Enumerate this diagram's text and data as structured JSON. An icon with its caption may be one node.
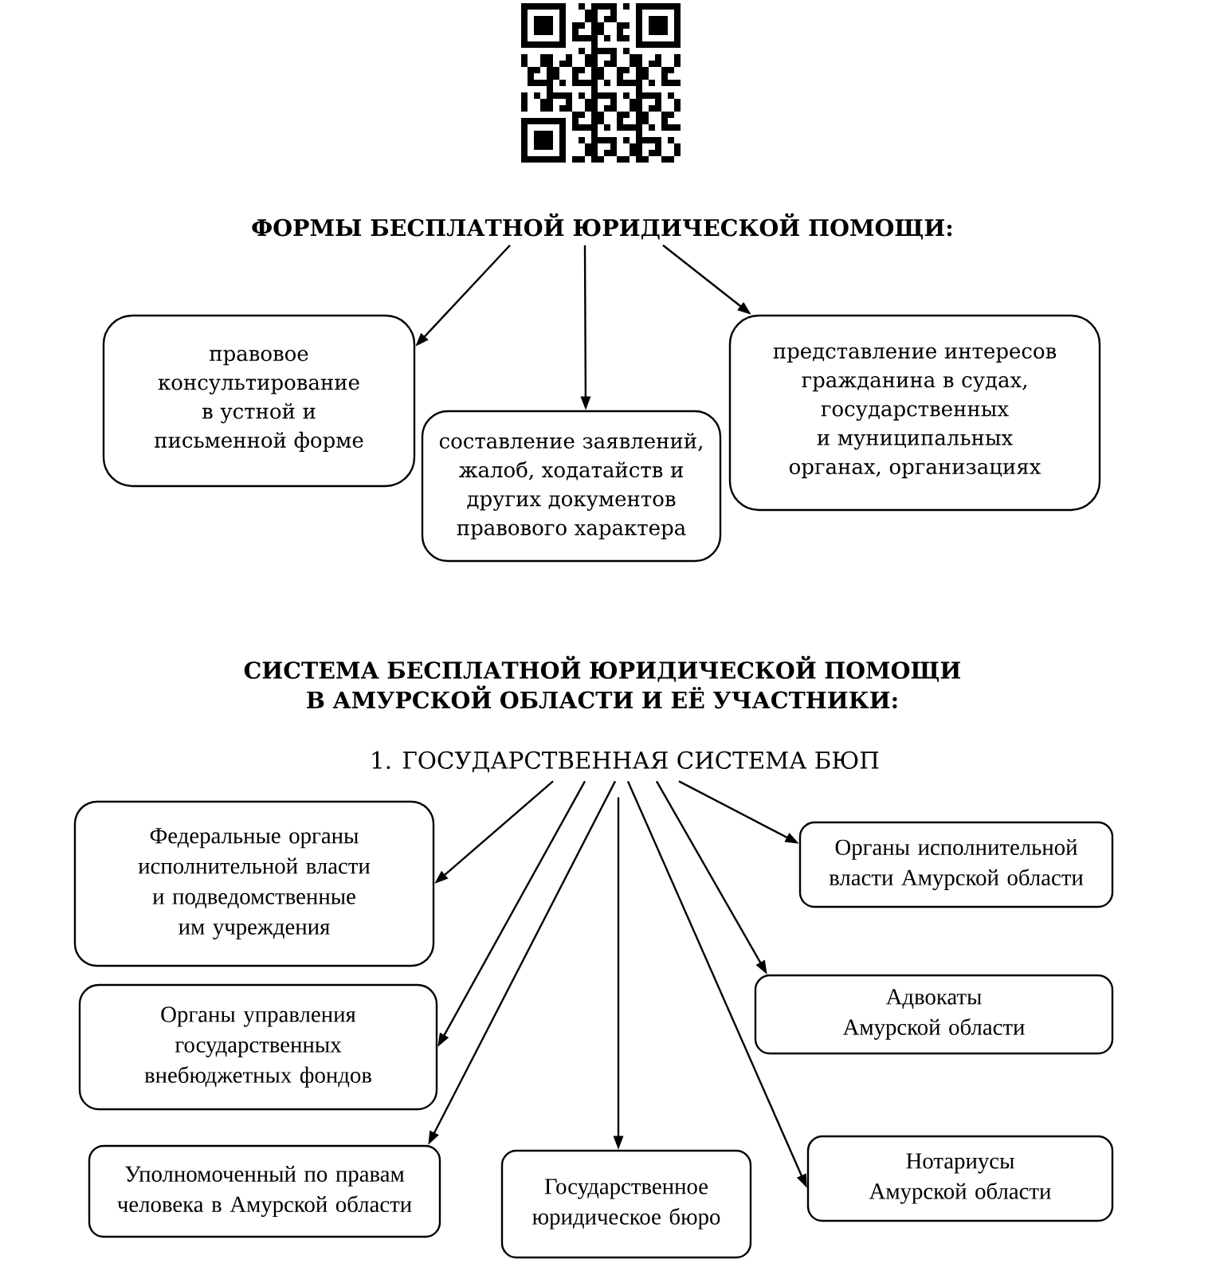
{
  "diagram": {
    "nodes": [
      {
        "text": [
          "ФОРМЫ БЕСПЛАТНОЙ ЮРИДИЧЕСКОЙ ПОМОЩИ:"
        ]
      },
      {
        "text": [
          "правовое консультирование в устной и письменной форме"
        ]
      },
      {
        "text": [
          "составление заявлений, жалоб, ходатайств и других документов правового характера"
        ]
      },
      {
        "text": [
          "представление интересов гражданина в судах, государственных и муниципальных органах, организациях"
        ]
      },
      {
        "text": [
          "1. ГОСУДАРСТВЕННАЯ СИСТЕМА БЮП"
        ]
      },
      {
        "text": [
          "Федеральные органы исполнительной власти и подведомственные им учреждения"
        ]
      },
      {
        "text": [
          "Органы исполнительной власти Амурской области"
        ]
      },
      {
        "text": [
          "Органы управления государственных внебюджетных фондов"
        ]
      },
      {
        "text": [
          "Адвокаты Амурской области"
        ]
      },
      {
        "text": [
          "Уполномоченный по правам человека в Амурской области"
        ]
      },
      {
        "text": [
          "Государственное юридическое бюро"
        ]
      },
      {
        "text": [
          "Нотариусы Амурской области"
        ]
      }
    ],
    "edges": [
      {
        "from": 0,
        "to": 1,
        "arrow": "to"
      },
      {
        "from": 0,
        "to": 2,
        "arrow": "to"
      },
      {
        "from": 0,
        "to": 3,
        "arrow": "to"
      },
      {
        "from": 4,
        "to": 5,
        "arrow": "to"
      },
      {
        "from": 4,
        "to": 7,
        "arrow": "to"
      },
      {
        "from": 4,
        "to": 9,
        "arrow": "to"
      },
      {
        "from": 4,
        "to": 10,
        "arrow": "to"
      },
      {
        "from": 4,
        "to": 11,
        "arrow": "to"
      },
      {
        "from": 4,
        "to": 8,
        "arrow": "to"
      },
      {
        "from": 4,
        "to": 6,
        "arrow": "to"
      }
    ],
    "labels": [
      "СИСТЕМА БЕСПЛАТНОЙ ЮРИДИЧЕСКОЙ ПОМОЩИ В АМУРСКОЙ ОБЛАСТИ И ЕЁ УЧАСТНИКИ:"
    ]
  }
}
